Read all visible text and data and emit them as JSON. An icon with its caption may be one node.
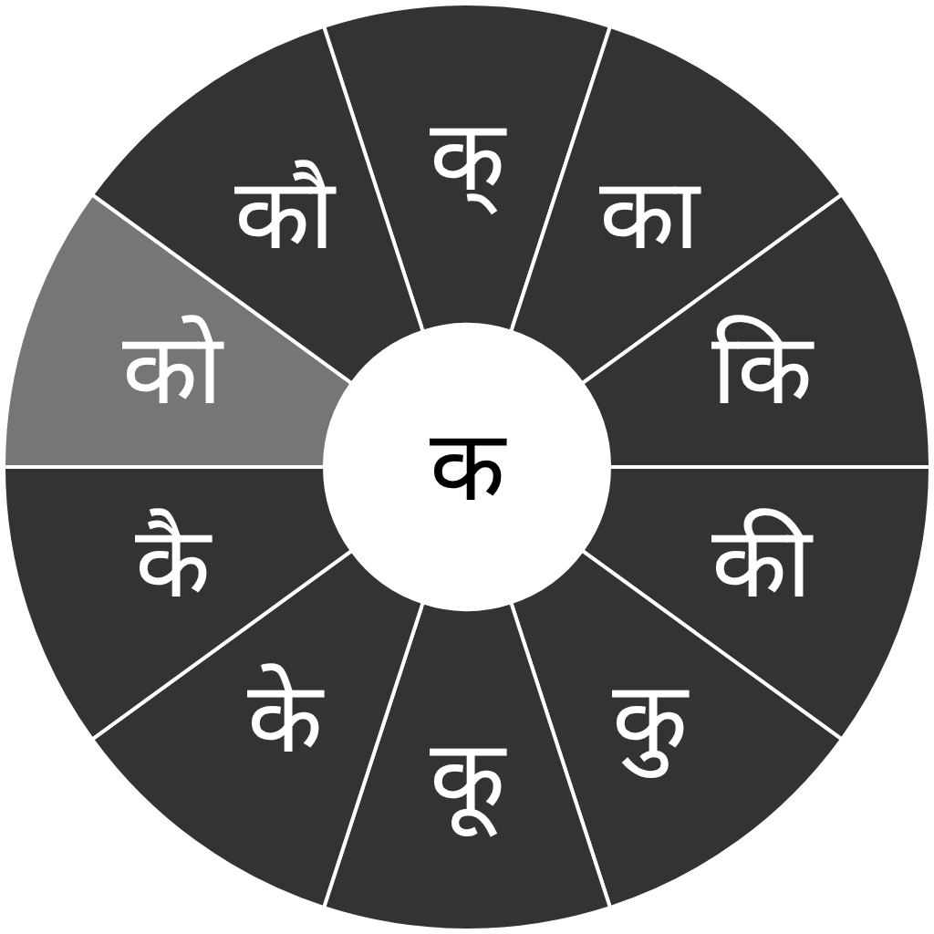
{
  "diagram": {
    "nodes": [
      {
        "text": [
          "क"
        ]
      },
      {
        "text": [
          "क्"
        ]
      },
      {
        "text": [
          "का"
        ]
      },
      {
        "text": [
          "कि"
        ]
      },
      {
        "text": [
          "की"
        ]
      },
      {
        "text": [
          "कु"
        ]
      },
      {
        "text": [
          "कू"
        ]
      },
      {
        "text": [
          "के"
        ]
      },
      {
        "text": [
          "कै"
        ]
      },
      {
        "text": [
          "को"
        ]
      },
      {
        "text": [
          "कौ"
        ]
      }
    ]
  }
}
